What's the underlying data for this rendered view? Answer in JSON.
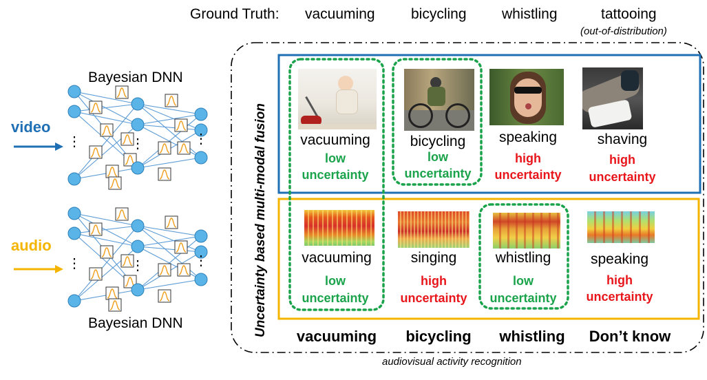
{
  "ground_truth": {
    "label": "Ground Truth:",
    "items": [
      "vacuuming",
      "bicycling",
      "whistling",
      "tattooing"
    ],
    "ood_note": "(out-of-distribution)"
  },
  "networks": {
    "top_title": "Bayesian DNN",
    "bottom_title": "Bayesian DNN",
    "video_label": "video",
    "audio_label": "audio",
    "ellipsis": "⋮"
  },
  "fusion_label": "Uncertainty based multi-modal fusion",
  "video_row": [
    {
      "prediction": "vacuuming",
      "uncertainty_level": "low",
      "uncertainty_word": "uncertainty"
    },
    {
      "prediction": "bicycling",
      "uncertainty_level": "low",
      "uncertainty_word": "uncertainty"
    },
    {
      "prediction": "speaking",
      "uncertainty_level": "high",
      "uncertainty_word": "uncertainty"
    },
    {
      "prediction": "shaving",
      "uncertainty_level": "high",
      "uncertainty_word": "uncertainty"
    }
  ],
  "audio_row": [
    {
      "prediction": "vacuuming",
      "uncertainty_level": "low",
      "uncertainty_word": "uncertainty"
    },
    {
      "prediction": "singing",
      "uncertainty_level": "high",
      "uncertainty_word": "uncertainty"
    },
    {
      "prediction": "whistling",
      "uncertainty_level": "low",
      "uncertainty_word": "uncertainty"
    },
    {
      "prediction": "speaking",
      "uncertainty_level": "high",
      "uncertainty_word": "uncertainty"
    }
  ],
  "fused_results": [
    "vacuuming",
    "bicycling",
    "whistling",
    "Don’t know"
  ],
  "caption": "audiovisual activity recognition",
  "colors": {
    "video": "#1f6fb5",
    "audio": "#f5b400",
    "low": "#1aa34a",
    "high": "#e8151b",
    "node": "#5ab4e8",
    "edge": "#5b9bd5",
    "pdf": "#f0a020"
  }
}
